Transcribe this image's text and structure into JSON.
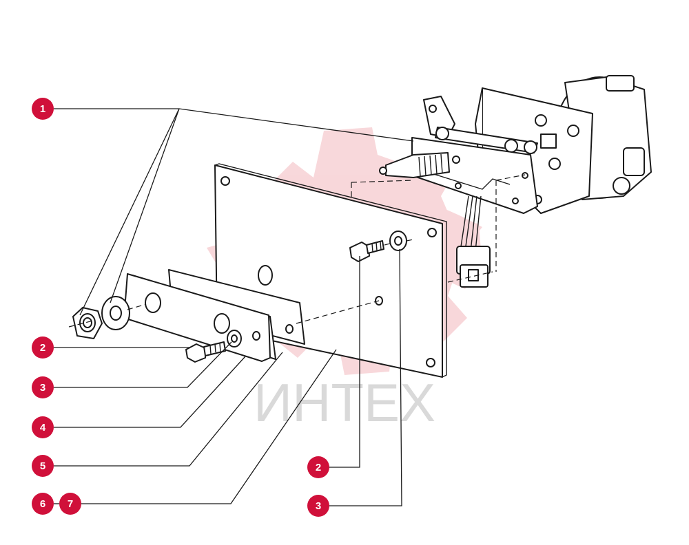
{
  "watermark": {
    "text": "ИНТЕХ",
    "color": "#f3b8bd"
  },
  "callout_color": "#d0103a",
  "callouts": [
    {
      "id": "c1",
      "label": "1"
    },
    {
      "id": "c2a",
      "label": "2"
    },
    {
      "id": "c3a",
      "label": "3"
    },
    {
      "id": "c4",
      "label": "4"
    },
    {
      "id": "c5",
      "label": "5"
    },
    {
      "id": "c6",
      "label": "6"
    },
    {
      "id": "c7",
      "label": "7"
    },
    {
      "id": "c2b",
      "label": "2"
    },
    {
      "id": "c3b",
      "label": "3"
    }
  ]
}
